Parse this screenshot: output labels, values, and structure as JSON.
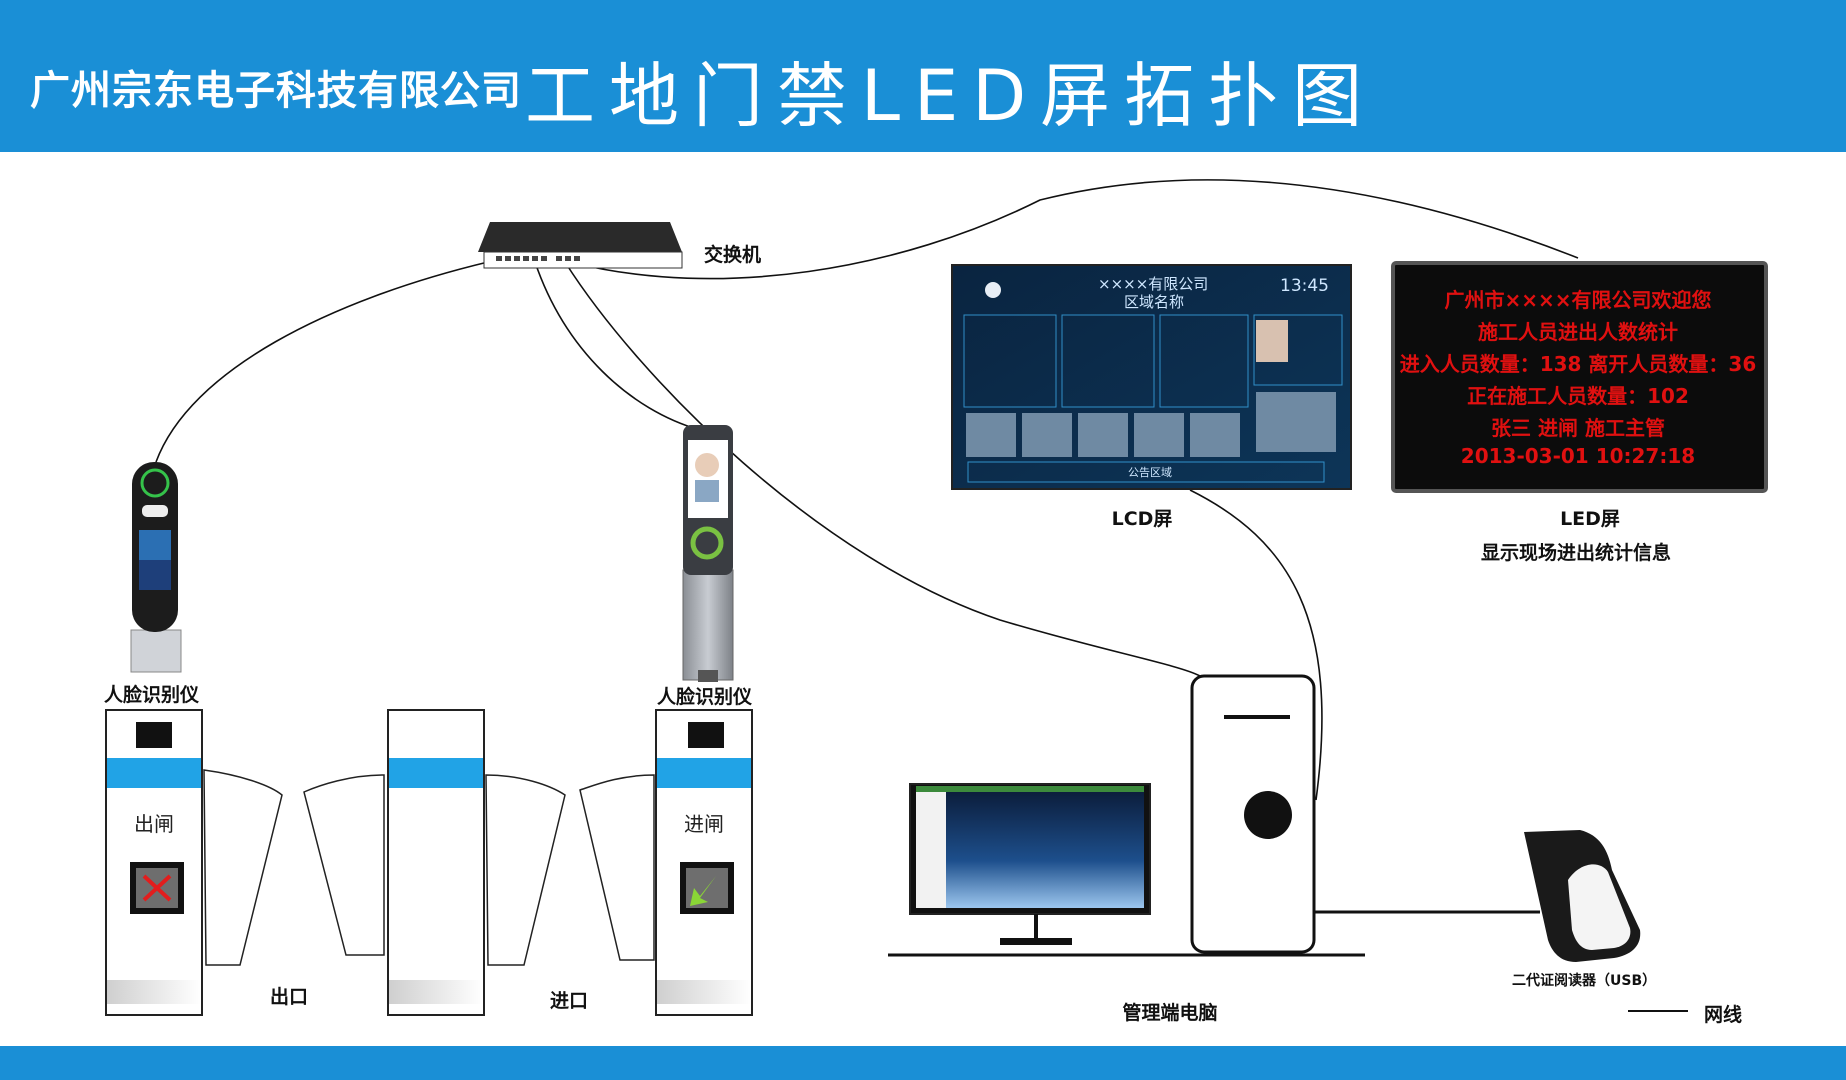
{
  "header": {
    "company": "广州宗东电子科技有限公司",
    "title": "工地门禁LED屏拓扑图"
  },
  "switch": {
    "label": "交换机"
  },
  "lcd": {
    "label": "LCD屏",
    "screen_company": "××××有限公司",
    "screen_area": "区域名称",
    "screen_time": "13:45",
    "screen_footer": "公告区域"
  },
  "led": {
    "label": "LED屏",
    "sublabel": "显示现场进出统计信息",
    "lines": [
      "广州市××××有限公司欢迎您",
      "施工人员进出人数统计",
      "进入人员数量：138  离开人员数量：36",
      "正在施工人员数量：102",
      "张三   进闸   施工主管",
      "2013-03-01  10:27:18"
    ],
    "text_color": "#e01010"
  },
  "face_left": {
    "label": "人脸识别仪"
  },
  "face_right": {
    "label": "人脸识别仪"
  },
  "gate_left": {
    "text": "出闸"
  },
  "gate_right": {
    "text": "进闸"
  },
  "exit_label": "出口",
  "entry_label": "进口",
  "computer": {
    "label": "管理端电脑"
  },
  "reader": {
    "label": "二代证阅读器（USB）"
  },
  "legend": {
    "label": "网线"
  },
  "colors": {
    "brand_blue": "#1a8fd6",
    "gate_stripe": "#21a3e6"
  }
}
